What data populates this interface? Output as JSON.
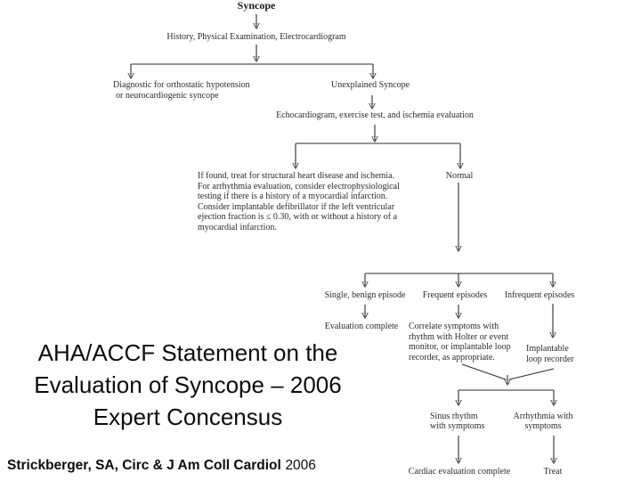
{
  "flowchart": {
    "title": "Syncope",
    "history": "History, Physical Examination, Electrocardiogram",
    "diagnostic": {
      "line1": "Diagnostic for orthostatic hypotension",
      "line2": "or neurocardiogenic syncope"
    },
    "unexplained": "Unexplained Syncope",
    "echo": "Echocardiogram, exercise test, and ischemia evaluation",
    "if_found": {
      "line1": "If found, treat for structural heart disease and ischemia.",
      "line2": "For arrhythmia evaluation, consider electrophysiological",
      "line3": "testing if there is a history of a myocardial infarction.",
      "line4": "Consider implantable defibrillator if the left ventricular",
      "line5": "ejection fraction is ≤ 0.30, with or without a history of a",
      "line6": "myocardial infarction."
    },
    "normal": "Normal",
    "single": "Single, benign episode",
    "frequent": "Frequent episodes",
    "infrequent": "Infrequent episodes",
    "eval_complete": "Evaluation complete",
    "correlate": {
      "line1": "Correlate symptoms with",
      "line2": "rhythm with Holter or event",
      "line3": "monitor, or implantable loop",
      "line4": "recorder, as appropriate."
    },
    "loop_recorder": {
      "line1": "Implantable",
      "line2": "loop recorder"
    },
    "sinus": {
      "line1": "Sinus rhythm",
      "line2": "with symptoms"
    },
    "arrhythmia": {
      "line1": "Arrhythmia with",
      "line2": "symptoms"
    },
    "cardiac_complete": "Cardiac evaluation complete",
    "treat": "Treat"
  },
  "caption": {
    "title_lines": [
      "AHA/ACCF Statement on the",
      "Evaluation of Syncope – 2006",
      "Expert Concensus"
    ],
    "citation_main": "Strickberger, SA, Circ & J Am Coll Cardiol",
    "citation_year": "2006"
  },
  "colors": {
    "background": "#ffffff",
    "flowchart_ink": "#2b2b2b",
    "connector": "#2e2e2e",
    "caption_ink": "#0d0d0d"
  }
}
